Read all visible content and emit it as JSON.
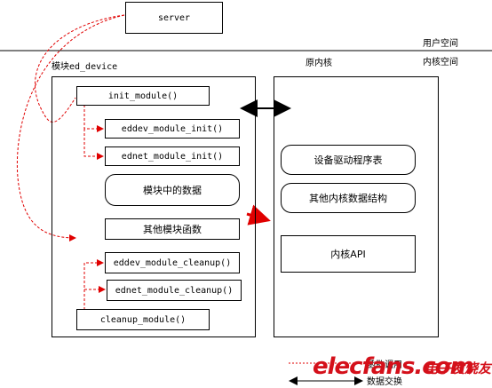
{
  "server": "server",
  "user_space": "用户空间",
  "kernel_space": "内核空间",
  "module_title": "模块ed_device",
  "kernel_title": "原内核",
  "module": {
    "init_module": "init_module()",
    "eddev_init": "eddev_module_init()",
    "ednet_init": "ednet_module_init()",
    "module_data": "模块中的数据",
    "other_funcs": "其他模块函数",
    "eddev_cleanup": "eddev_module_cleanup()",
    "ednet_cleanup": "ednet_module_cleanup()",
    "cleanup_module": "cleanup_module()"
  },
  "kernel": {
    "driver_table": "设备驱动程序表",
    "other_structs": "其他内核数据结构",
    "kernel_api": "内核API"
  },
  "legend": {
    "call": "函数调用",
    "exchange": "数据交换"
  },
  "watermark": {
    "brand": "elecfans.com",
    "brand_cn": "电子发烧友"
  },
  "colors": {
    "call_line": "#e00000",
    "data_arrow": "#000000"
  }
}
